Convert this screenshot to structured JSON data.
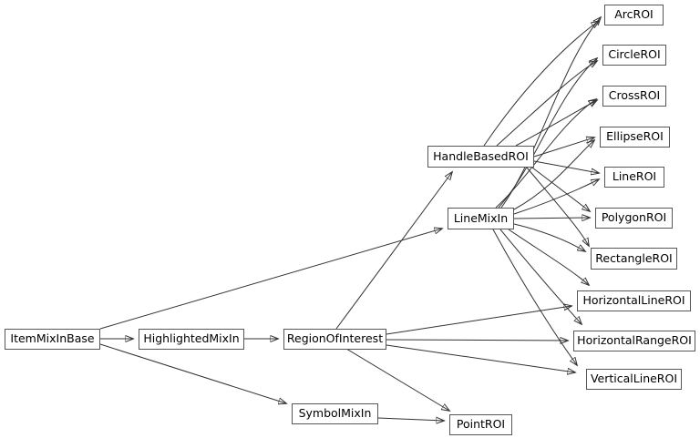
{
  "diagram": {
    "type": "inheritance-diagram",
    "colors": {
      "background": "#ffffff",
      "node_fill": "#ffffff",
      "node_border": "#565656",
      "edge": "#323232",
      "text": "#000000"
    },
    "nodes": [
      {
        "id": "ItemMixInBase",
        "label": "ItemMixInBase"
      },
      {
        "id": "HighlightedMixIn",
        "label": "HighlightedMixIn"
      },
      {
        "id": "RegionOfInterest",
        "label": "RegionOfInterest"
      },
      {
        "id": "SymbolMixIn",
        "label": "SymbolMixIn"
      },
      {
        "id": "PointROI",
        "label": "PointROI"
      },
      {
        "id": "HandleBasedROI",
        "label": "HandleBasedROI"
      },
      {
        "id": "LineMixIn",
        "label": "LineMixIn"
      },
      {
        "id": "ArcROI",
        "label": "ArcROI"
      },
      {
        "id": "CircleROI",
        "label": "CircleROI"
      },
      {
        "id": "CrossROI",
        "label": "CrossROI"
      },
      {
        "id": "EllipseROI",
        "label": "EllipseROI"
      },
      {
        "id": "LineROI",
        "label": "LineROI"
      },
      {
        "id": "PolygonROI",
        "label": "PolygonROI"
      },
      {
        "id": "RectangleROI",
        "label": "RectangleROI"
      },
      {
        "id": "HorizontalLineROI",
        "label": "HorizontalLineROI"
      },
      {
        "id": "HorizontalRangeROI",
        "label": "HorizontalRangeROI"
      },
      {
        "id": "VerticalLineROI",
        "label": "VerticalLineROI"
      }
    ],
    "edges": [
      {
        "from": "ItemMixInBase",
        "to": "HighlightedMixIn"
      },
      {
        "from": "ItemMixInBase",
        "to": "LineMixIn"
      },
      {
        "from": "ItemMixInBase",
        "to": "SymbolMixIn"
      },
      {
        "from": "HighlightedMixIn",
        "to": "RegionOfInterest"
      },
      {
        "from": "RegionOfInterest",
        "to": "HandleBasedROI"
      },
      {
        "from": "RegionOfInterest",
        "to": "HorizontalLineROI"
      },
      {
        "from": "RegionOfInterest",
        "to": "HorizontalRangeROI"
      },
      {
        "from": "RegionOfInterest",
        "to": "VerticalLineROI"
      },
      {
        "from": "RegionOfInterest",
        "to": "PointROI"
      },
      {
        "from": "SymbolMixIn",
        "to": "PointROI"
      },
      {
        "from": "HandleBasedROI",
        "to": "ArcROI"
      },
      {
        "from": "HandleBasedROI",
        "to": "CircleROI"
      },
      {
        "from": "HandleBasedROI",
        "to": "CrossROI"
      },
      {
        "from": "HandleBasedROI",
        "to": "EllipseROI"
      },
      {
        "from": "HandleBasedROI",
        "to": "LineROI"
      },
      {
        "from": "HandleBasedROI",
        "to": "PolygonROI"
      },
      {
        "from": "HandleBasedROI",
        "to": "RectangleROI"
      },
      {
        "from": "LineMixIn",
        "to": "ArcROI"
      },
      {
        "from": "LineMixIn",
        "to": "CircleROI"
      },
      {
        "from": "LineMixIn",
        "to": "CrossROI"
      },
      {
        "from": "LineMixIn",
        "to": "EllipseROI"
      },
      {
        "from": "LineMixIn",
        "to": "LineROI"
      },
      {
        "from": "LineMixIn",
        "to": "PolygonROI"
      },
      {
        "from": "LineMixIn",
        "to": "RectangleROI"
      },
      {
        "from": "LineMixIn",
        "to": "HorizontalLineROI"
      },
      {
        "from": "LineMixIn",
        "to": "HorizontalRangeROI"
      },
      {
        "from": "LineMixIn",
        "to": "VerticalLineROI"
      }
    ]
  }
}
